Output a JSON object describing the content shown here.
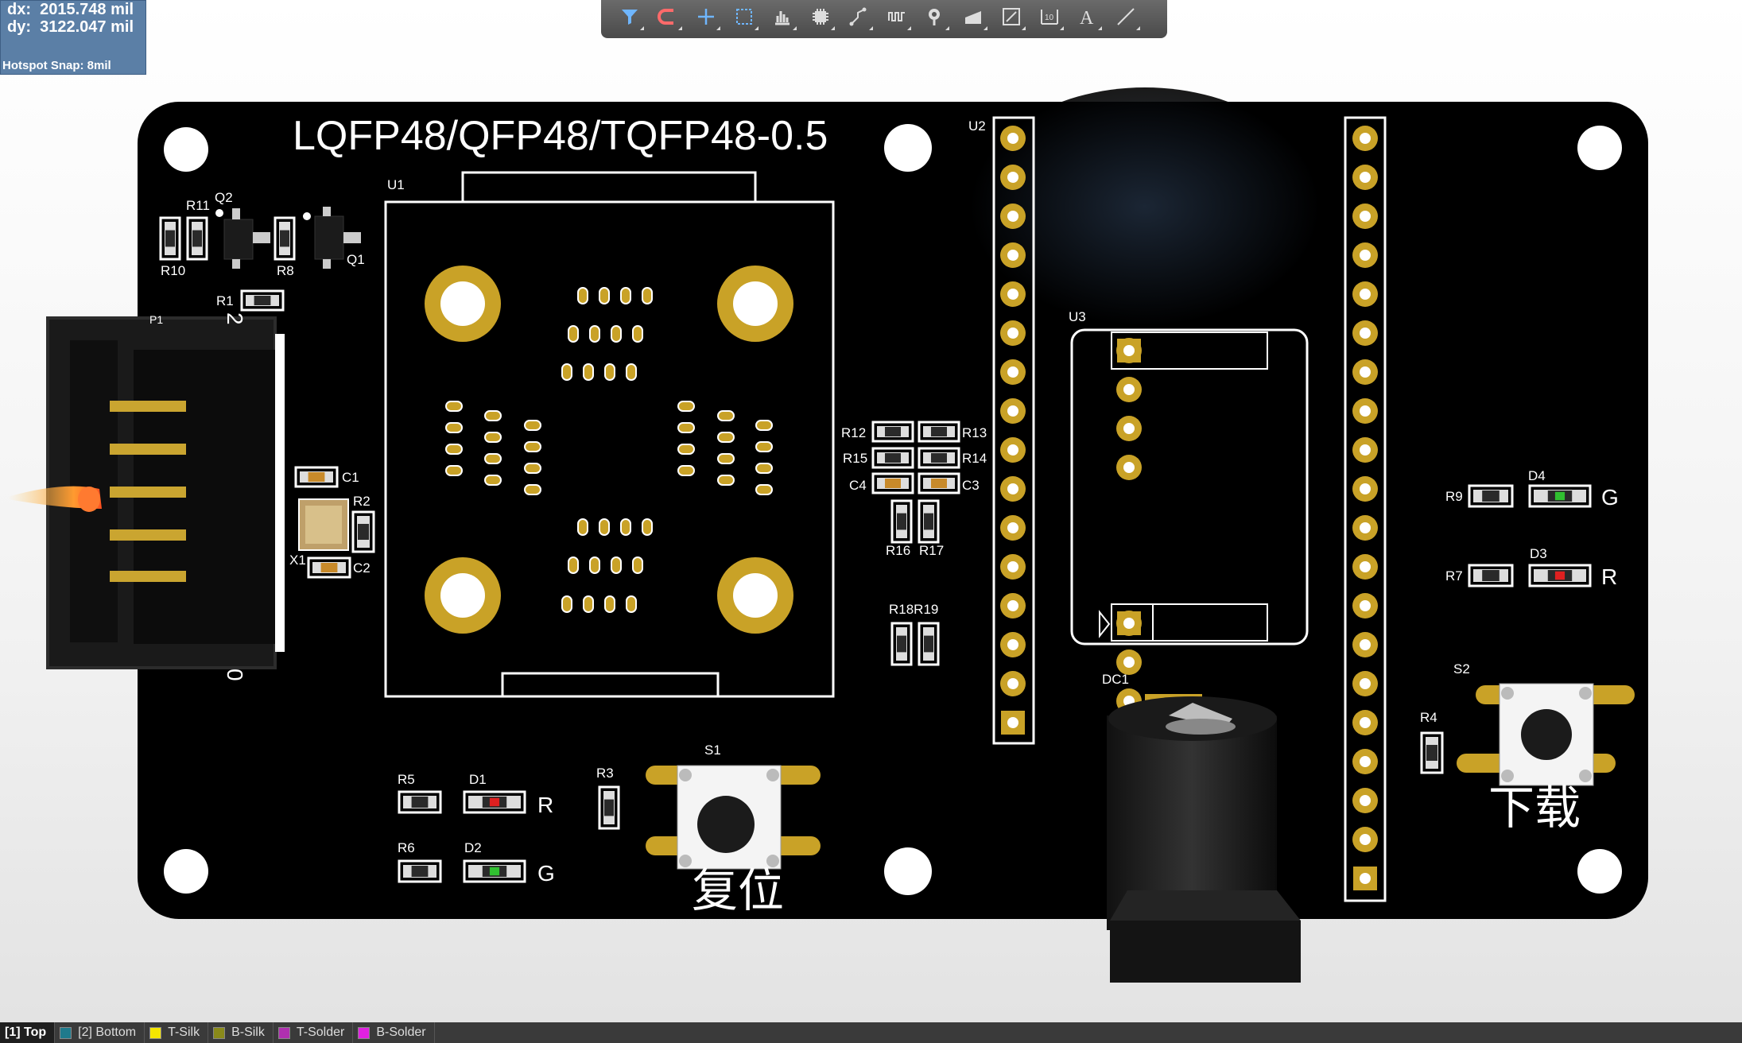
{
  "measure": {
    "dx_label": "dx:",
    "dx_value": "2015.748 mil",
    "dy_label": "dy:",
    "dy_value": "3122.047 mil",
    "snap": "Hotspot Snap: 8mil"
  },
  "toolbar": {
    "tools": [
      "filter-icon",
      "magnet-snap-icon",
      "crosshair-icon",
      "select-area-icon",
      "bar-chart-icon",
      "chip-icon",
      "route-icon",
      "diff-pair-icon",
      "via-pin-icon",
      "layer-stack-icon",
      "polygon-icon",
      "dimension-icon",
      "text-icon",
      "line-icon"
    ]
  },
  "board": {
    "title": "LQFP48/QFP48/TQFP48-0.5",
    "designators": {
      "U1": "U1",
      "U2": "U2",
      "U3": "U3",
      "Q1": "Q1",
      "Q2": "Q2",
      "R1": "R1",
      "R2": "R2",
      "R3": "R3",
      "R4": "R4",
      "R5": "R5",
      "R6": "R6",
      "R7": "R7",
      "R8": "R8",
      "R9": "R9",
      "R10": "R10",
      "R11": "R11",
      "R12": "R12",
      "R13": "R13",
      "R14": "R14",
      "R15": "R15",
      "R16": "R16",
      "R17": "R17",
      "R18R19": "R18R19",
      "C1": "C1",
      "C2": "C2",
      "C3": "C3",
      "C4": "C4",
      "D1": "D1",
      "D2": "D2",
      "D3": "D3",
      "D4": "D4",
      "X1": "X1",
      "S1": "S1",
      "S2": "S2",
      "DC1": "DC1",
      "P1": "P1"
    },
    "led_labels": {
      "d1": "R",
      "d2": "G",
      "d3": "R",
      "d4": "G"
    },
    "pin_marks": {
      "top": "2",
      "bottom": "0"
    },
    "reset_label": "复位",
    "download_label": "下载"
  },
  "layers": [
    {
      "label": "[1] Top",
      "color": "#c8a000",
      "active": true
    },
    {
      "label": "[2] Bottom",
      "color": "#1f7a8c",
      "active": false
    },
    {
      "label": "T-Silk",
      "color": "#f5e600",
      "active": false
    },
    {
      "label": "B-Silk",
      "color": "#8a8a1a",
      "active": false
    },
    {
      "label": "T-Solder",
      "color": "#b030b0",
      "active": false
    },
    {
      "label": "B-Solder",
      "color": "#e020e0",
      "active": false
    }
  ],
  "colors": {
    "board": "#000000",
    "pad_gold": "#c9a227",
    "silk": "#ffffff",
    "led_red": "#e02020",
    "led_green": "#30c030"
  }
}
